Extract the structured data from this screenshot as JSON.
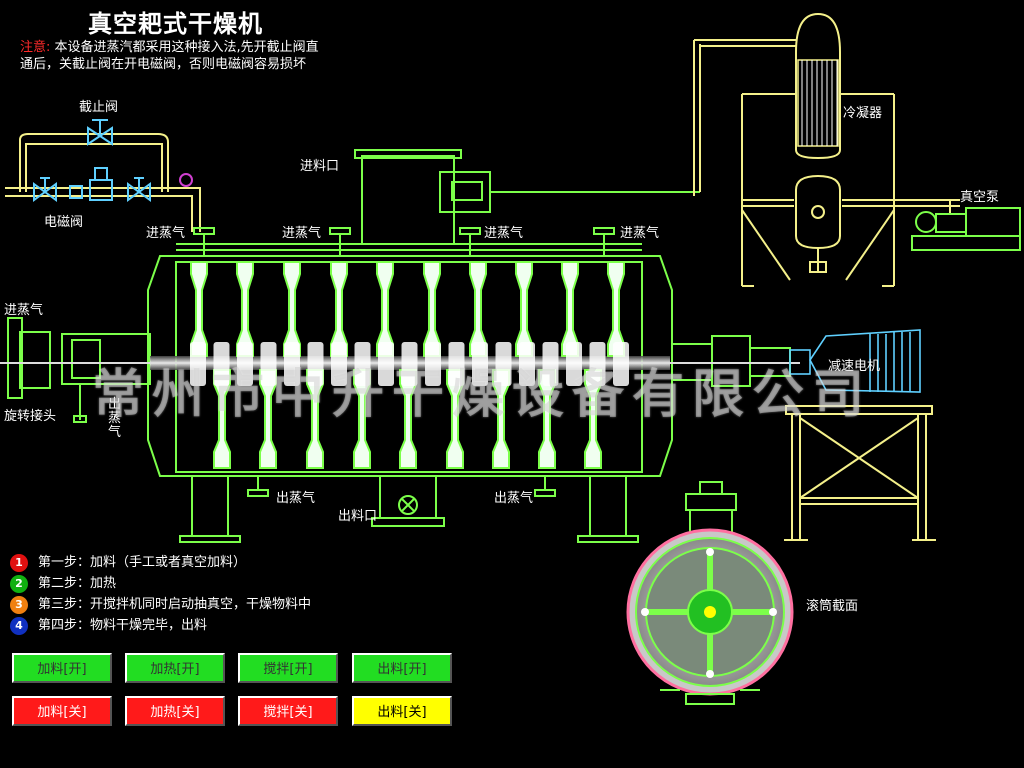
{
  "header": {
    "title": "真空耙式干燥机",
    "note_prefix": "注意:",
    "note_line1": "本设备进蒸汽都采用这种接入法,先开截止阀直",
    "note_line2": "通后，关截止阀在开电磁阀，否则电磁阀容易损坏"
  },
  "labels": {
    "stop_valve": "截止阀",
    "solenoid_valve": "电磁阀",
    "feed_inlet": "进料口",
    "steam_in_1": "进蒸气",
    "steam_in_2": "进蒸气",
    "steam_in_3": "进蒸气",
    "steam_in_4": "进蒸气",
    "steam_in_left": "进蒸气",
    "rotary_joint": "旋转接头",
    "steam_out_vertical": "出蒸气",
    "steam_out_1": "出蒸气",
    "steam_out_2": "出蒸气",
    "discharge_outlet": "出料口",
    "condenser": "冷凝器",
    "vacuum_pump": "真空泵",
    "gear_motor": "减速电机",
    "drum_section": "滚筒截面"
  },
  "watermark": "常州市中升干燥设备有限公司",
  "steps": [
    {
      "num": "1",
      "color": "#e01010",
      "text": "第一步：加料（手工或者真空加料）"
    },
    {
      "num": "2",
      "color": "#10b010",
      "text": "第二步：加热"
    },
    {
      "num": "3",
      "color": "#f08010",
      "text": "第三步：开搅拌机同时启动抽真空，干燥物料中"
    },
    {
      "num": "4",
      "color": "#1030c0",
      "text": "第四步：物料干燥完毕，出料"
    }
  ],
  "buttons": {
    "feed_on": "加料[开]",
    "heat_on": "加热[开]",
    "stir_on": "搅拌[开]",
    "discharge_on": "出料[开]",
    "feed_off": "加料[关]",
    "heat_off": "加热[关]",
    "stir_off": "搅拌[关]",
    "discharge_off": "出料[关]"
  },
  "colors": {
    "outline_green": "#7cff4a",
    "pipe_yellow": "#f4f08a",
    "glow_white": "#ffffff",
    "button_on": "#22dd22",
    "button_off": "#ff1a1a",
    "button_yellow": "#ffff00"
  }
}
